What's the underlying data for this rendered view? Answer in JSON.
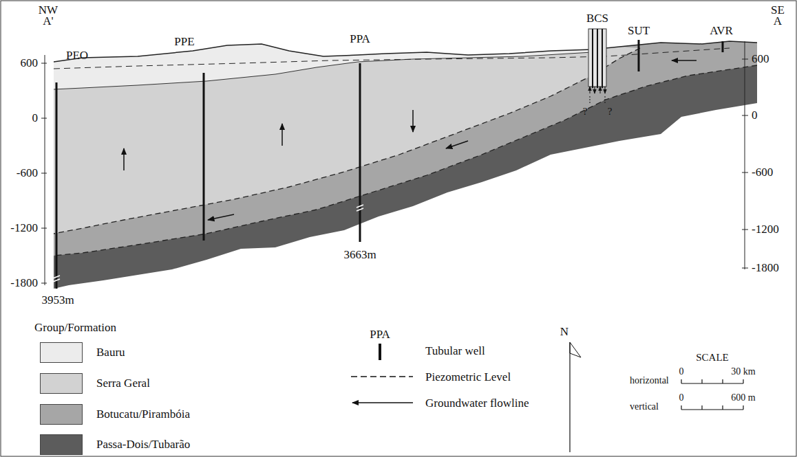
{
  "diagram": {
    "labels": [
      "NW",
      "A'",
      "SE",
      "A",
      "600",
      "0",
      "-600",
      "-1200",
      "-1800",
      "600",
      "0",
      "-600",
      "-1200",
      "-1800",
      "PEO",
      "PPE",
      "PPA",
      "BCS",
      "SUT",
      "AVR",
      "?",
      "?",
      "3663m",
      "3953m",
      "Group/Formation",
      "PPA",
      "N",
      "SCALE",
      "horizontal",
      "0",
      "30 km",
      "vertical",
      "0",
      "600 m"
    ],
    "legend": [
      {
        "text": "Bauru",
        "color": "#ececec"
      },
      {
        "text": "Serra Geral",
        "color": "#d2d2d2"
      },
      {
        "text": "Botucatu/Pirambóia",
        "color": "#a6a6a6"
      },
      {
        "text": "Passa-Dois/Tubarão",
        "color": "#5c5c5c"
      },
      {
        "text": "Tubular well"
      },
      {
        "text": "Piezometric Level"
      },
      {
        "text": "Groundwater flowline"
      }
    ]
  }
}
